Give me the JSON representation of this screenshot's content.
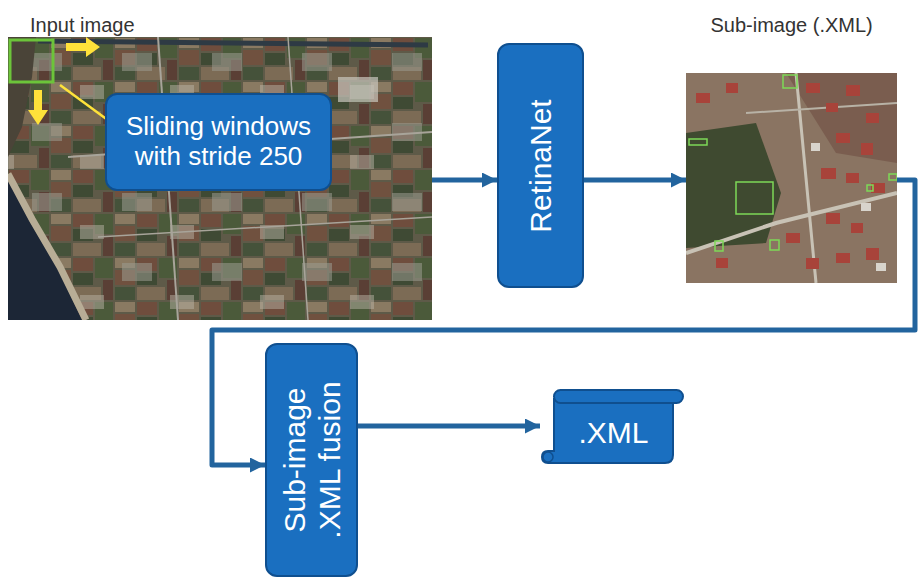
{
  "diagram": {
    "nodes": [
      {
        "text": [
          "Input image"
        ]
      },
      {
        "text": [
          "Sliding windows with stride 250"
        ],
        "in": 0
      },
      {
        "text": [
          "RetinaNet"
        ]
      },
      {
        "text": [
          "Sub-image (.XML)"
        ]
      },
      {
        "text": [
          "Sub-image .XML fusion"
        ]
      },
      {
        "text": [
          ".XML"
        ]
      }
    ],
    "edges": [
      {
        "from": 0,
        "to": 2,
        "arrow": "to"
      },
      {
        "from": 2,
        "to": 3,
        "arrow": "to"
      },
      {
        "from": 3,
        "to": 4,
        "arrow": "to"
      },
      {
        "from": 4,
        "to": 5,
        "arrow": "to"
      }
    ]
  }
}
